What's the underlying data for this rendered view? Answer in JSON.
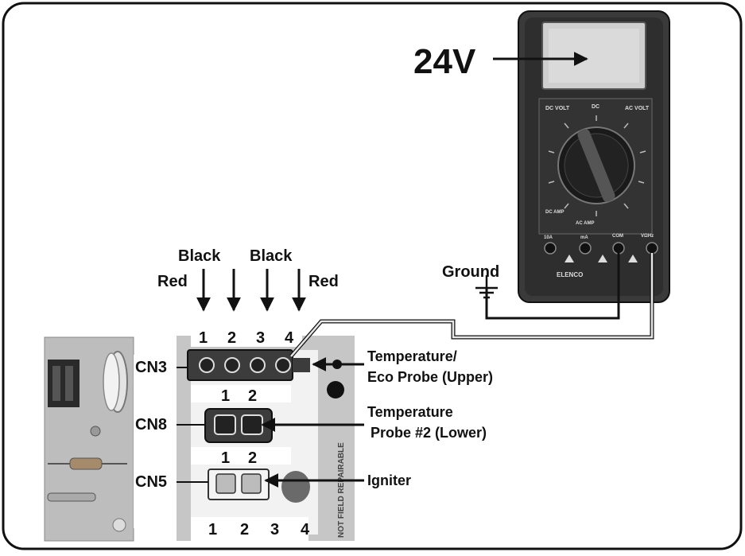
{
  "reading": "24V",
  "labels": {
    "wire_colors": [
      "Red",
      "Black",
      "Black",
      "Red"
    ],
    "ground": "Ground",
    "connectors": [
      "CN3",
      "CN8",
      "CN5"
    ],
    "cn3_pins": [
      "1",
      "2",
      "3",
      "4"
    ],
    "cn8_pins": [
      "1",
      "2"
    ],
    "cn5_pins": [
      "1",
      "2"
    ],
    "bottom_pins": [
      "1",
      "2",
      "3",
      "4"
    ],
    "callouts": {
      "upper_probe": [
        "Temperature/",
        "Eco Probe (Upper)"
      ],
      "lower_probe": [
        "Temperature",
        "Probe #2 (Lower)"
      ],
      "igniter": "Igniter"
    }
  },
  "meter": {
    "dial_labels": [
      "DC VOLT",
      "DC",
      "AC VOLT",
      "DC AMP",
      "AC AMP",
      "10A",
      "mA",
      "COM",
      "VΩHz"
    ],
    "brand": "ELENCO"
  },
  "board_text": "NOT FIELD REPAIRABLE",
  "colors": {
    "frame": "#111111",
    "meter_body": "#3a3a3a",
    "meter_display": "#cfcfcf",
    "board": "#bdbdbd",
    "connector": "#3c3c3c"
  }
}
